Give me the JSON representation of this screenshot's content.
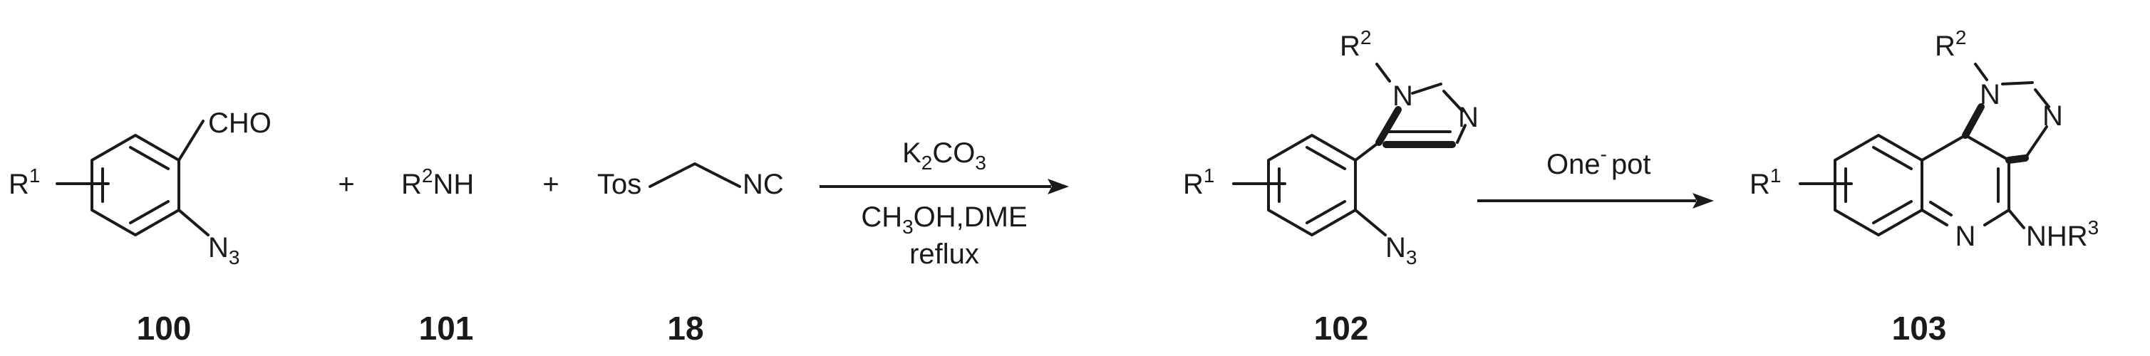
{
  "compounds": {
    "c100": {
      "number": "100",
      "substituent_r": "R",
      "substituent_r_sup": "1",
      "aldehyde": "CHO",
      "azide_n": "N",
      "azide_sub": "3"
    },
    "c101": {
      "number": "101",
      "r": "R",
      "r_sup": "2",
      "rest": "NH"
    },
    "c18": {
      "number": "18",
      "tos": "Tos",
      "nc": "NC"
    },
    "c102": {
      "number": "102",
      "r1": "R",
      "r1_sup": "1",
      "r2": "R",
      "r2_sup": "2",
      "n_ring1": "N",
      "n_ring2": "N",
      "azide_n": "N",
      "azide_sub": "3"
    },
    "c103": {
      "number": "103",
      "r1": "R",
      "r1_sup": "1",
      "r2": "R",
      "r2_sup": "2",
      "n_ring1": "N",
      "n_ring2": "N",
      "n_quinoline": "N",
      "nhr": "NHR",
      "nhr_sup": "3"
    }
  },
  "operators": {
    "plus1": "+",
    "plus2": "+"
  },
  "step1": {
    "reagent_k": "K",
    "reagent_k_sub": "2",
    "reagent_co": "CO",
    "reagent_co_sub": "3",
    "solvent_ch": "CH",
    "solvent_ch_sub": "3",
    "solvent_rest": "OH",
    "solvent_sep": ",",
    "solvent_dme": "DME",
    "condition": "reflux"
  },
  "step2": {
    "one": "One",
    "dash": "-",
    "pot": "pot"
  }
}
